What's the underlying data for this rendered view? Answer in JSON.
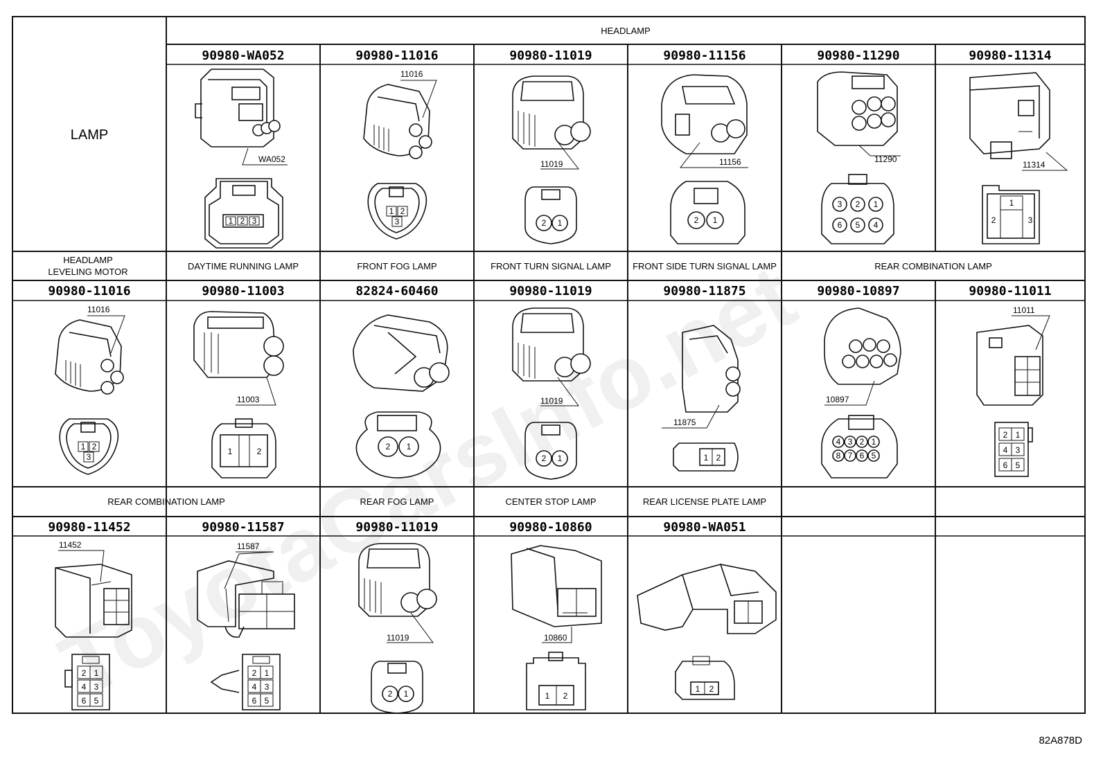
{
  "watermark": "ToyotaCarsInfo.net",
  "figure_code": "82A878D",
  "corner_label": "LAMP",
  "row1": {
    "header": "HEADLAMP",
    "items": [
      {
        "part": "90980-WA052",
        "callout": "WA052",
        "pins": [
          "1",
          "2",
          "3"
        ]
      },
      {
        "part": "90980-11016",
        "callout": "11016",
        "pins": [
          "1",
          "2",
          "3"
        ]
      },
      {
        "part": "90980-11019",
        "callout": "11019",
        "pins": [
          "2",
          "1"
        ]
      },
      {
        "part": "90980-11156",
        "callout": "11156",
        "pins": [
          "2",
          "1"
        ]
      },
      {
        "part": "90980-11290",
        "callout": "11290",
        "pins": [
          "3",
          "2",
          "1",
          "6",
          "5",
          "4"
        ]
      },
      {
        "part": "90980-11314",
        "callout": "11314",
        "pins": [
          "1",
          "2",
          "3"
        ]
      }
    ]
  },
  "row2": {
    "items": [
      {
        "header_line1": "HEADLAMP",
        "header_line2": "LEVELING MOTOR",
        "part": "90980-11016",
        "callout": "11016",
        "pins": [
          "1",
          "2",
          "3"
        ]
      },
      {
        "header": "DAYTIME RUNNING LAMP",
        "part": "90980-11003",
        "callout": "11003",
        "pins": [
          "1",
          "2"
        ]
      },
      {
        "header": "FRONT FOG LAMP",
        "part": "82824-60460",
        "callout": "",
        "pins": [
          "2",
          "1"
        ]
      },
      {
        "header": "FRONT TURN SIGNAL LAMP",
        "part": "90980-11019",
        "callout": "11019",
        "pins": [
          "2",
          "1"
        ]
      },
      {
        "header": "FRONT SIDE TURN SIGNAL LAMP",
        "part": "90980-11875",
        "callout": "11875",
        "pins": [
          "1",
          "2"
        ]
      },
      {
        "header": "REAR COMBINATION LAMP",
        "part": "90980-10897",
        "callout": "10897",
        "pins": [
          "4",
          "3",
          "2",
          "1",
          "8",
          "7",
          "6",
          "5"
        ]
      },
      {
        "part": "90980-11011",
        "callout": "11011",
        "pins": [
          "2",
          "1",
          "4",
          "3",
          "6",
          "5"
        ]
      }
    ]
  },
  "row3": {
    "items": [
      {
        "header": "REAR COMBINATION LAMP",
        "part": "90980-11452",
        "callout": "11452",
        "pins": [
          "2",
          "1",
          "4",
          "3",
          "6",
          "5"
        ]
      },
      {
        "part": "90980-11587",
        "callout": "11587",
        "pins": [
          "2",
          "1",
          "4",
          "3",
          "6",
          "5"
        ]
      },
      {
        "header": "REAR FOG LAMP",
        "part": "90980-11019",
        "callout": "11019",
        "pins": [
          "2",
          "1"
        ]
      },
      {
        "header": "CENTER STOP LAMP",
        "part": "90980-10860",
        "callout": "10860",
        "pins": [
          "1",
          "2"
        ]
      },
      {
        "header": "REAR LICENSE PLATE LAMP",
        "part": "90980-WA051",
        "callout": "",
        "pins": [
          "1",
          "2"
        ]
      }
    ]
  }
}
